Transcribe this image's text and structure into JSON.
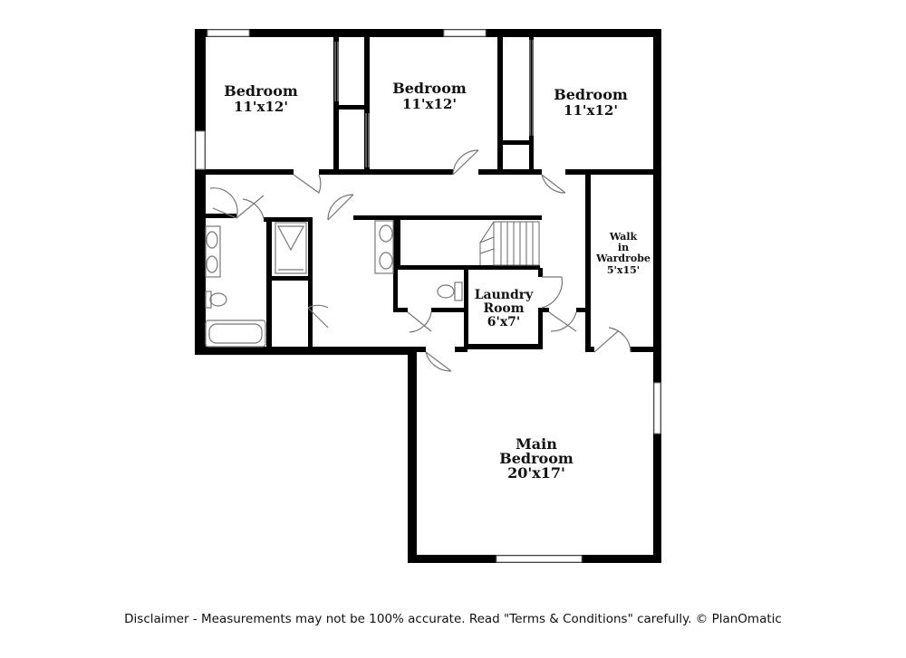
{
  "rooms": {
    "bedroom_1": {
      "name": "Bedroom",
      "size": "11'x12'"
    },
    "bedroom_2": {
      "name": "Bedroom",
      "size": "11'x12'"
    },
    "bedroom_3": {
      "name": "Bedroom",
      "size": "11'x12'"
    },
    "walk_in_wardrobe": {
      "line1": "Walk",
      "line2": "in",
      "line3": "Wardrobe",
      "size": "5'x15'"
    },
    "laundry_room": {
      "line1": "Laundry",
      "line2": "Room",
      "size": "6'x7'"
    },
    "main_bedroom": {
      "line1": "Main",
      "line2": "Bedroom",
      "size": "20'x17'"
    }
  },
  "disclaimer": "Disclaimer - Measurements may not be 100% accurate. Read \"Terms & Conditions\" carefully. © PlanOmatic",
  "colors": {
    "wall": "#000000",
    "fixture": "#777777",
    "background": "#ffffff"
  }
}
